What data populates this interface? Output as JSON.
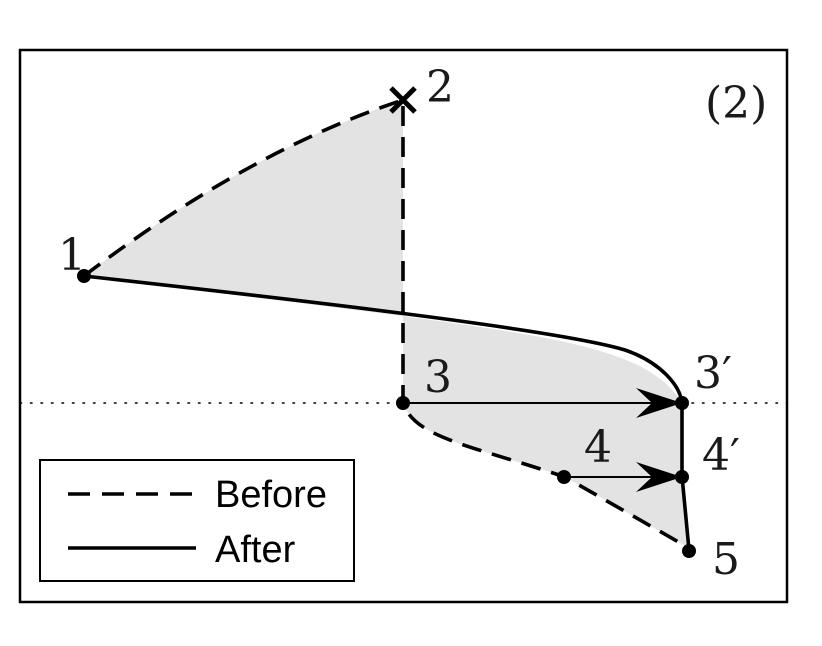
{
  "panel_label": "(2)",
  "points": {
    "p1": "1",
    "p2": "2",
    "p3": "3",
    "p3p": "3′",
    "p4": "4",
    "p4p": "4′",
    "p5": "5"
  },
  "legend": {
    "before": "Before",
    "after": "After"
  },
  "colors": {
    "shade": "#e3e3e3",
    "stroke": "#000000"
  }
}
